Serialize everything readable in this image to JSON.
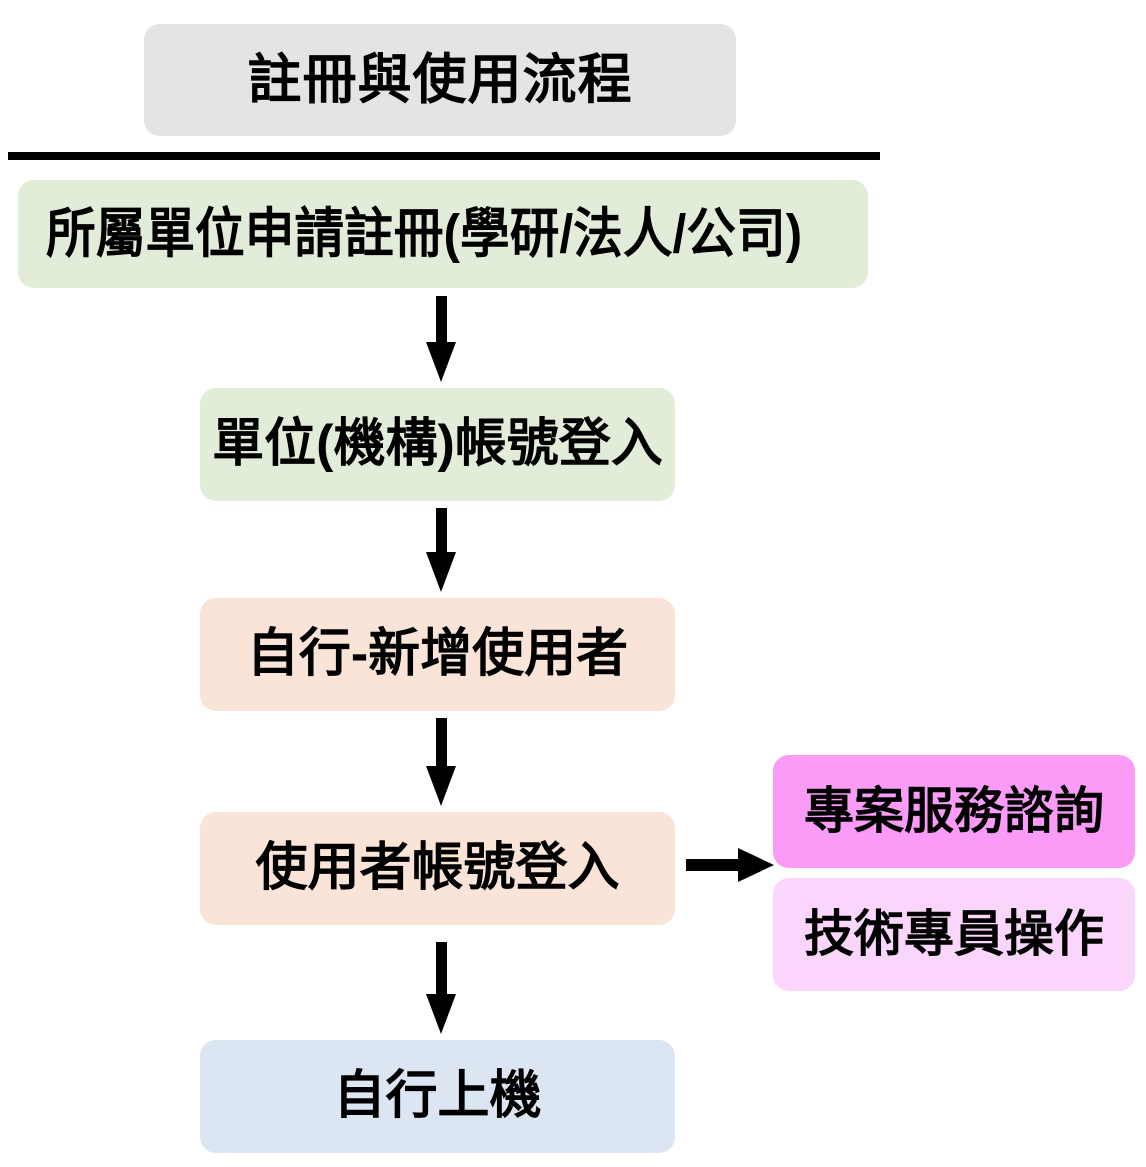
{
  "diagram": {
    "title": "註冊與使用流程",
    "divider": {
      "visible": true,
      "color": "#000000"
    },
    "palette": {
      "title_bg": "#e4e4e4",
      "green": "#e2edd9",
      "peach": "#f9e4d7",
      "blue": "#dce6f2",
      "magenta": "#fa9bf8",
      "pink": "#fbd6fc",
      "text": "#000000",
      "arrow": "#000000"
    },
    "steps": [
      {
        "id": "step-1",
        "label": "所屬單位申請註冊(學研/法人/公司)",
        "color": "#e2edd9"
      },
      {
        "id": "step-2",
        "label": "單位(機構)帳號登入",
        "color": "#e2edd9"
      },
      {
        "id": "step-3",
        "label": "自行-新增使用者",
        "color": "#f9e4d7"
      },
      {
        "id": "step-4",
        "label": "使用者帳號登入",
        "color": "#f9e4d7"
      },
      {
        "id": "step-5",
        "label": "自行上機",
        "color": "#dce6f2"
      }
    ],
    "branches": [
      {
        "id": "branch-1",
        "label": "專案服務諮詢",
        "color": "#fa9bf8"
      },
      {
        "id": "branch-2",
        "label": "技術專員操作",
        "color": "#fbd6fc"
      }
    ],
    "arrows": [
      {
        "id": "arrow-1",
        "from": "step-1",
        "to": "step-2",
        "direction": "down"
      },
      {
        "id": "arrow-2",
        "from": "step-2",
        "to": "step-3",
        "direction": "down"
      },
      {
        "id": "arrow-3",
        "from": "step-3",
        "to": "step-4",
        "direction": "down"
      },
      {
        "id": "arrow-4",
        "from": "step-4",
        "to": "step-5",
        "direction": "down"
      },
      {
        "id": "arrow-5",
        "from": "step-4",
        "to": "branch-1",
        "direction": "right"
      }
    ]
  }
}
